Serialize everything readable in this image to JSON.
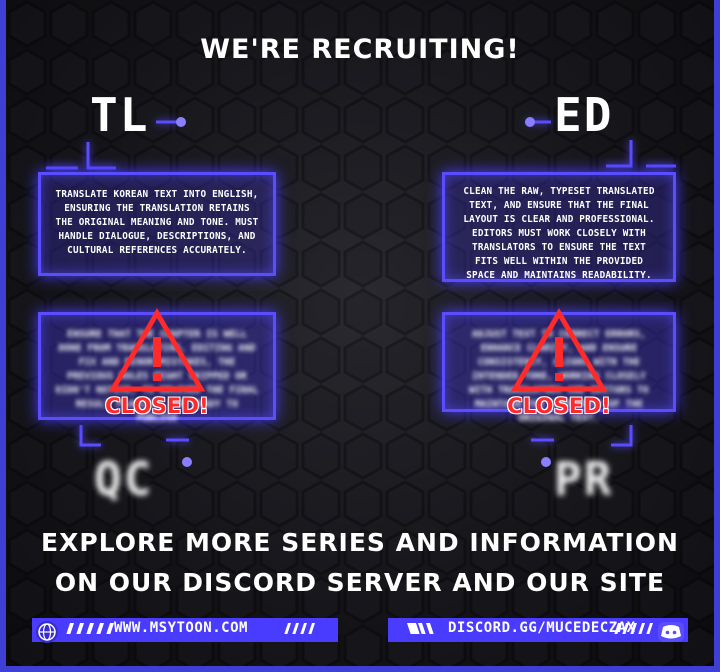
{
  "title": "WE'RE RECRUITING!",
  "roles": {
    "tl": {
      "label": "TL",
      "text": "Translate Korean text into English, ensuring the translation retains the original meaning and tone. Must handle dialogue, descriptions, and cultural references accurately."
    },
    "ed": {
      "label": "ED",
      "text": "Clean the raw, typeset translated text, and ensure that the final layout is clear and professional. Editors must work closely with translators to ensure the text fits well within the provided space and maintains readability."
    },
    "qc": {
      "label": "QC",
      "text": "Ensure that the chapter is well done from translation, editing and fix and minor mistakes, the previous roles might skipped or didn't notice, to deliver the final result flawless and ready to publish",
      "status": "CLOSED!"
    },
    "pr": {
      "label": "PR",
      "text": "Adjust text to correct errors, enhance clarity, and ensure consistency, aligns with the intended tone, working closely with translators and editors to maintain the integrity of the original text.",
      "status": "CLOSED!"
    }
  },
  "cta": {
    "line1": "EXPLORE MORE SERIES AND INFORMATION",
    "line2": "ON OUR DISCORD SERVER AND OUR SITE"
  },
  "footer": {
    "site": "WWW.MSYTOON.COM",
    "discord": "DISCORD.GG/MUCEDECZAX",
    "globe_icon": "globe-icon",
    "discord_icon": "discord-icon"
  },
  "colors": {
    "accent": "#4a3cff",
    "closed": "#ff2a2a",
    "border": "#3f3fd6"
  }
}
